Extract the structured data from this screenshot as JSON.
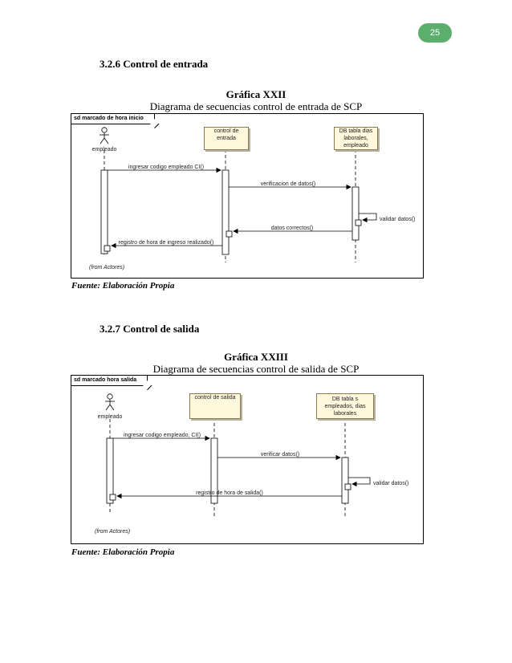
{
  "page_number": "25",
  "sections": [
    {
      "heading": "3.2.6 Control de entrada",
      "figure_title": "Gráfica XXII",
      "figure_caption": "Diagrama de secuencias control de entrada de SCP",
      "frame_label": "sd marcado de hora inicio",
      "actor_name": "empleado",
      "actor_note": "(from Actores)",
      "objects": [
        "control de entrada",
        "DB tabla dias laborales, empleado"
      ],
      "messages": [
        "ingresar codigo empleado CI()",
        "verificacion de datos()",
        "validar datos()",
        "datos correctos()",
        "registro de hora de ingreso realizado()"
      ],
      "source": "Fuente: Elaboración Propia"
    },
    {
      "heading": "3.2.7 Control de salida",
      "figure_title": "Gráfica XXIII",
      "figure_caption": "Diagrama de secuencias control de salida de SCP",
      "frame_label": "sd marcado hora salida",
      "actor_name": "empleado",
      "actor_note": "(from Actores)",
      "objects": [
        "control de salida",
        "DB tabla s empleados, dias laborales"
      ],
      "messages": [
        "ingresar codigo empleado, CI()",
        "verificar datos()",
        "validar datos()",
        "registro de hora de salida()"
      ],
      "source": "Fuente: Elaboración Propia"
    }
  ],
  "colors": {
    "page_badge": "#5cae6c",
    "object_fill": "#fff8dc"
  }
}
